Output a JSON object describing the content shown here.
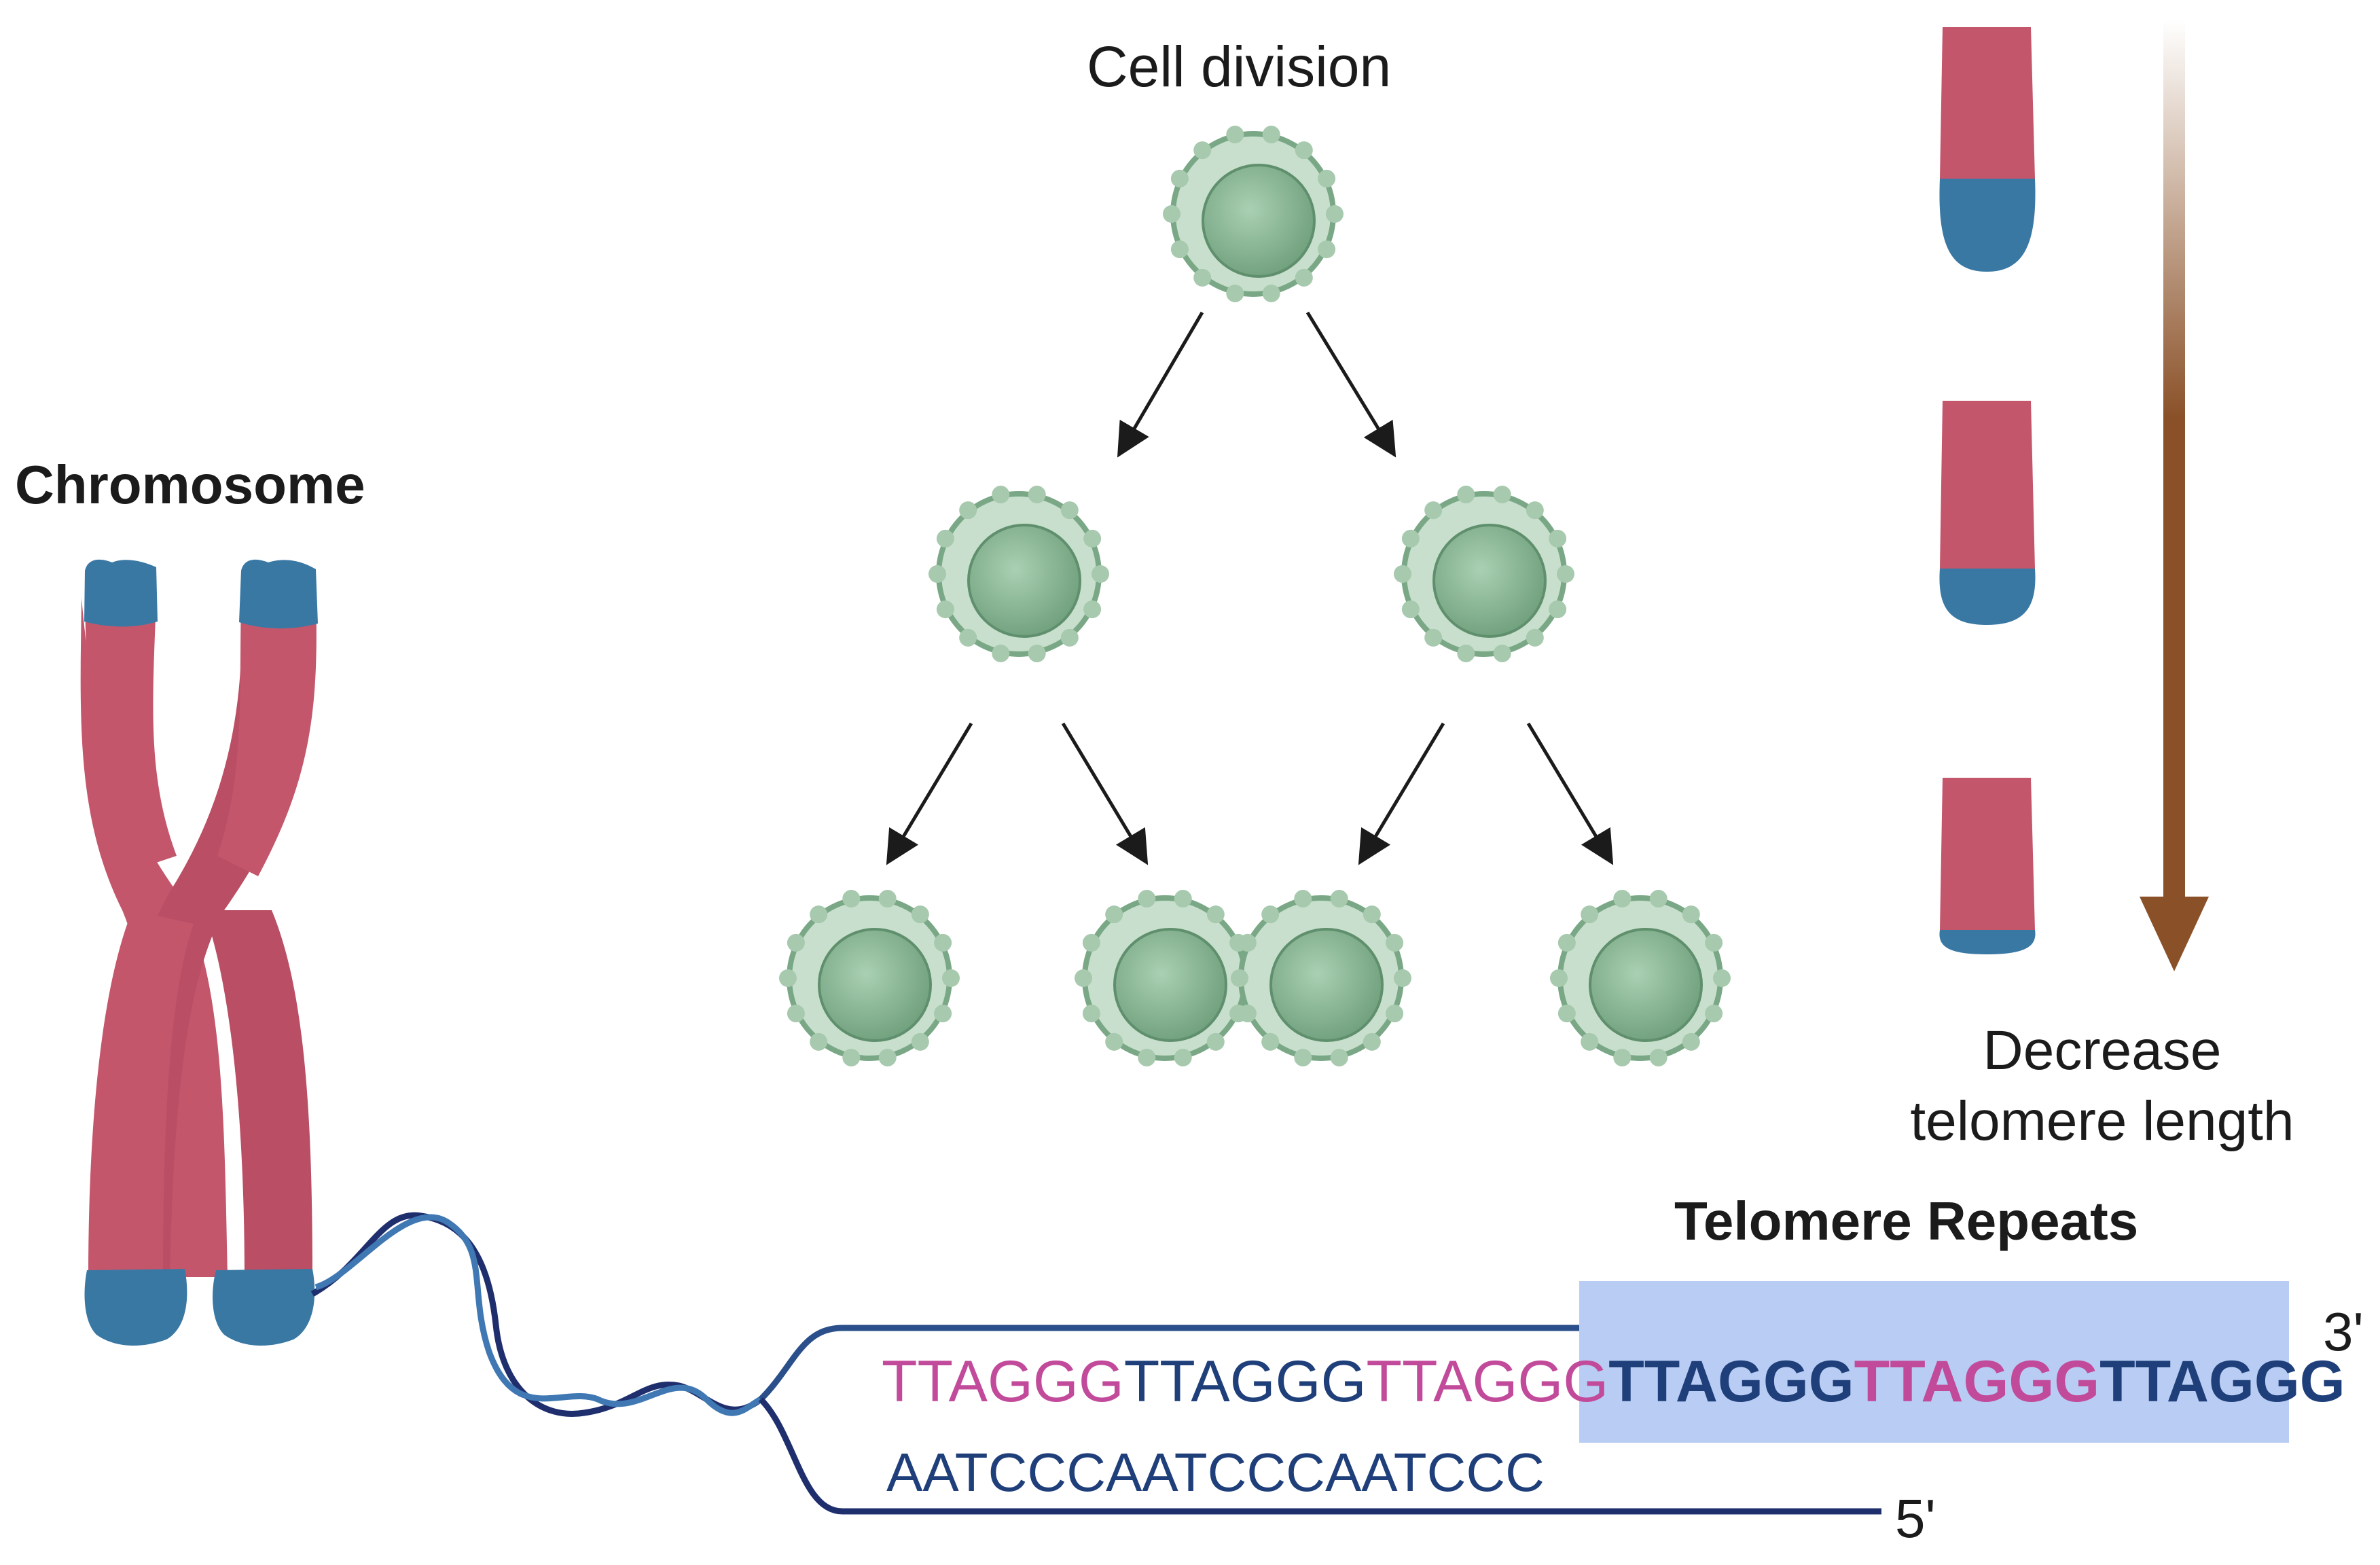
{
  "labels": {
    "chromosome": "Chromosome",
    "cell_division": "Cell division",
    "decrease_line1": "Decrease",
    "decrease_line2": "telomere length",
    "telomere_repeats": "Telomere Repeats",
    "end_3": "3'",
    "end_5": "5'"
  },
  "sequence_top": [
    {
      "text": "TTAGGG",
      "color": "pink",
      "bold": false
    },
    {
      "text": "TTAGGG",
      "color": "navy",
      "bold": false
    },
    {
      "text": "TTAGGG",
      "color": "pink",
      "bold": false
    },
    {
      "text": "TTAGGG",
      "color": "navy",
      "bold": true
    },
    {
      "text": "TTAGGG",
      "color": "pink",
      "bold": true
    },
    {
      "text": "TTAGGG",
      "color": "navy",
      "bold": true
    }
  ],
  "sequence_bottom": "AATCCCAATCCCAATCCC",
  "colors": {
    "chromatid": "#c4566c",
    "telomere": "#3a78a4",
    "cell": "#8fbf9b",
    "arrow_gradient": "#8a5128",
    "highlight": "#b9cdf4",
    "dna_navy": "#1f2f6e",
    "dna_blue": "#3f78b3",
    "pink_base": "#c24a9b"
  },
  "division_levels": [
    1,
    2,
    4
  ],
  "telomere_stages": [
    {
      "telomere_fraction": 0.38
    },
    {
      "telomere_fraction": 0.25
    },
    {
      "telomere_fraction": 0.14
    }
  ]
}
